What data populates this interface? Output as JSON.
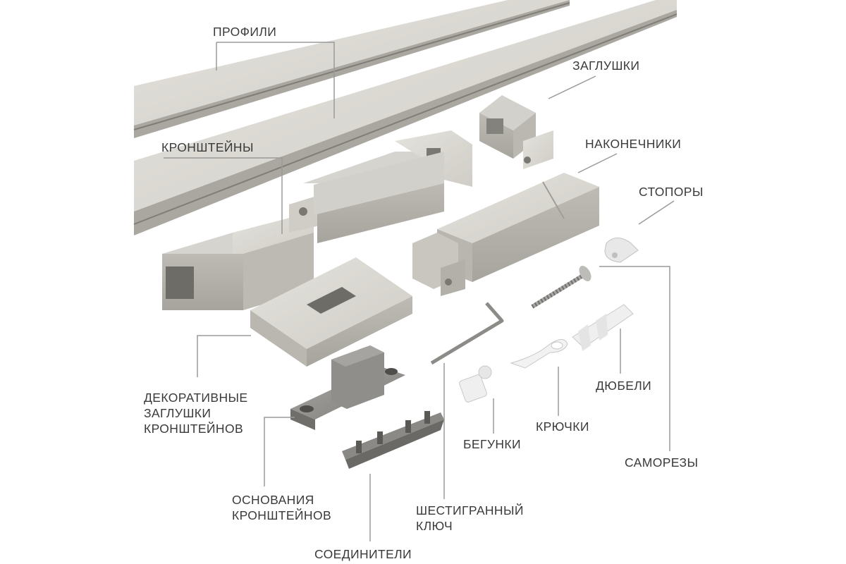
{
  "labels": {
    "profiles": "ПРОФИЛИ",
    "caps": "ЗАГЛУШКИ",
    "brackets": "КРОНШТЕЙНЫ",
    "tips": "НАКОНЕЧНИКИ",
    "stoppers": "СТОПОРЫ",
    "decor_caps": [
      "ДЕКОРАТИВНЫЕ",
      "ЗАГЛУШКИ",
      "КРОНШТЕЙНОВ"
    ],
    "dowels": "ДЮБЕЛИ",
    "hooks": "КРЮЧКИ",
    "runners": "БЕГУНКИ",
    "screws": "САМОРЕЗЫ",
    "bases": [
      "ОСНОВАНИЯ",
      "КРОНШТЕЙНОВ"
    ],
    "hex_key": [
      "ШЕСТИГРАННЫЙ",
      "КЛЮЧ"
    ],
    "connectors": "СОЕДИНИТЕЛИ"
  },
  "colors": {
    "metal_light": "#d9d7d1",
    "metal_mid": "#c4c2bb",
    "metal_dark": "#9e9c95",
    "callout_line": "#9a9a9a",
    "label_text": "#3a3a3a",
    "plastic_white": "#f4f4f4"
  }
}
